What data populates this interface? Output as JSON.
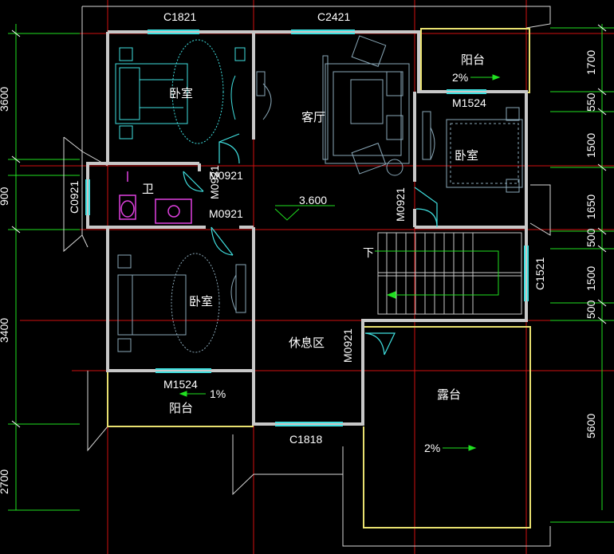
{
  "rooms": {
    "bedroom_nw": "卧室",
    "living_room": "客厅",
    "balcony_ne": "阳台",
    "balcony_ne_slope": "2%",
    "bedroom_e": "卧室",
    "bathroom": "卫",
    "floor_level": "3.600",
    "bedroom_sw": "卧室",
    "lounge": "休息区",
    "balcony_s": "阳台",
    "balcony_s_slope": "1%",
    "terrace": "露台",
    "terrace_slope": "2%",
    "stair_down": "下"
  },
  "openings": {
    "window_top_left": "C1821",
    "window_top_mid": "C2421",
    "door_balcony_ne": "M1524",
    "door_bedroom_nw": "M0921",
    "door_bath_extra": "M0921",
    "door_bath": "M0921",
    "door_bedroom_e": "M0921",
    "window_bath": "C0921",
    "window_stair": "C1521",
    "door_terrace": "M0921",
    "door_balcony_s": "M1524",
    "window_bottom": "C1818"
  },
  "dimensions": {
    "left": [
      "3600",
      "900",
      "3400",
      "2700"
    ],
    "right": [
      "1700",
      "550",
      "1500",
      "1650",
      "500",
      "1500",
      "500",
      "5600"
    ]
  },
  "colors": {
    "background": "#000000",
    "wall": "#c8c8c8",
    "axis_red": "#d01010",
    "dim_green": "#20e020",
    "cyan": "#40e0e0",
    "yellow_outline": "#e8e070"
  }
}
